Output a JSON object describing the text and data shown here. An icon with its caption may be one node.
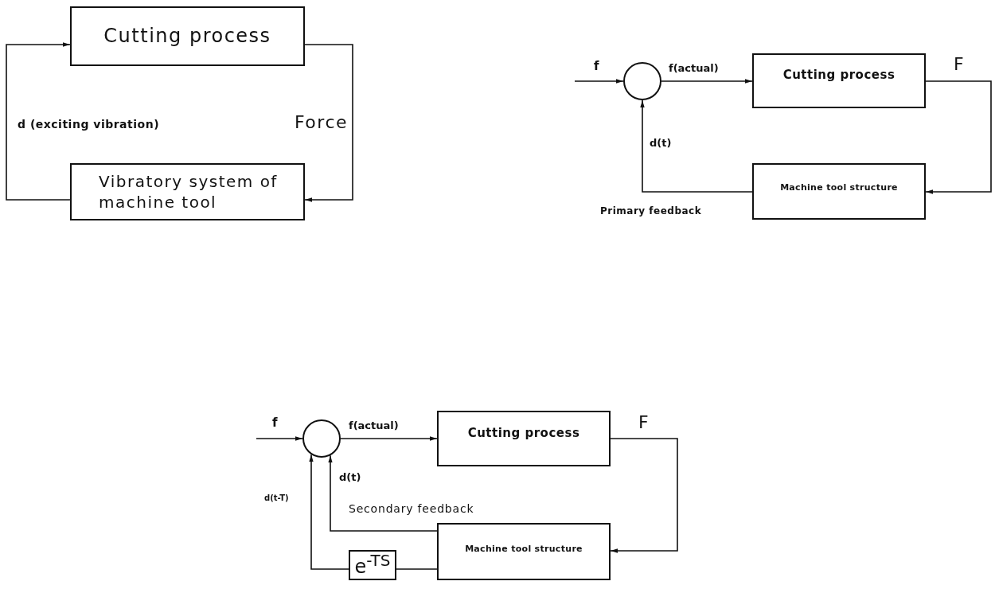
{
  "diagram": {
    "nodes": [
      {
        "text": [
          "Cutting process"
        ]
      },
      {
        "text": [
          "Vibratory system of machine tool"
        ]
      },
      {
        "text": [],
        "shape": "circle"
      },
      {
        "text": [
          "Cutting process"
        ]
      },
      {
        "text": [
          "Machine tool structure"
        ]
      },
      {
        "text": [],
        "shape": "circle"
      },
      {
        "text": [
          "Cutting process"
        ]
      },
      {
        "text": [
          "Machine tool structure"
        ]
      },
      {
        "text": [
          "e$^{-TS}$"
        ]
      }
    ],
    "edges": [
      {
        "from": 0,
        "to": 1,
        "arrow": "to",
        "label": "Force"
      },
      {
        "from": 1,
        "to": 0,
        "arrow": "to",
        "label": "d (exciting vibration)"
      },
      {
        "from": null,
        "to": 2,
        "arrow": "to",
        "label": "f"
      },
      {
        "from": 2,
        "to": 3,
        "arrow": "to",
        "label": "f(actual)"
      },
      {
        "from": 3,
        "to": 4,
        "arrow": "to",
        "label": "F"
      },
      {
        "from": 4,
        "to": 2,
        "arrow": "to",
        "label": "d(t)"
      },
      {
        "from": null,
        "to": 5,
        "arrow": "to",
        "label": "f"
      },
      {
        "from": 5,
        "to": 6,
        "arrow": "to",
        "label": "f(actual)"
      },
      {
        "from": 6,
        "to": 7,
        "arrow": "to",
        "label": "F"
      },
      {
        "from": 7,
        "to": 5,
        "arrow": "to",
        "label": "d(t)"
      },
      {
        "from": 7,
        "to": 8,
        "arrow": "none"
      },
      {
        "from": 8,
        "to": 5,
        "arrow": "to",
        "label": "d(t-T)"
      }
    ],
    "labels": [
      "Primary feedback",
      "Secondary feedback"
    ]
  }
}
